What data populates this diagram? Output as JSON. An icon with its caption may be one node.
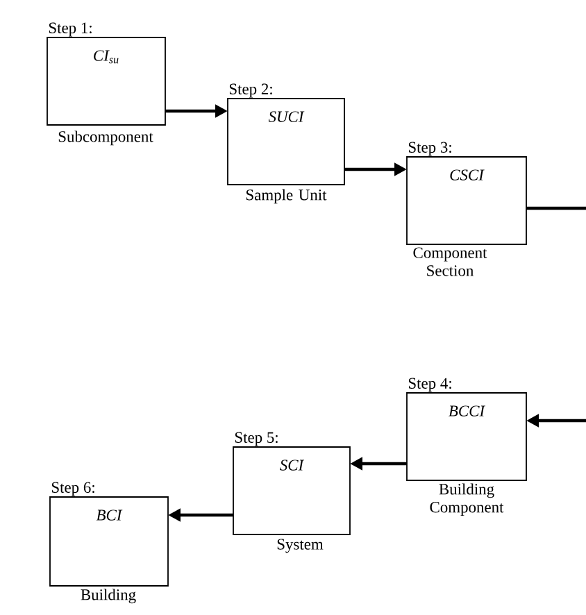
{
  "diagram": {
    "nodes": [
      {
        "text": [
          "Step 1:",
          "CI$_{su}$"
        ],
        "beside": [
          "Subcomponent"
        ]
      },
      {
        "text": [
          "Step 2:",
          "SUCI"
        ],
        "beside": [
          "Sample Unit"
        ]
      },
      {
        "text": [
          "Step 3:",
          "CSCI"
        ],
        "beside": [
          "Component Section"
        ]
      },
      {
        "text": [
          "Step 4:",
          "BCCI"
        ],
        "beside": [
          "Building Component"
        ]
      },
      {
        "text": [
          "Step 5:",
          "SCI"
        ],
        "beside": [
          "System"
        ]
      },
      {
        "text": [
          "Step 6:",
          "BCI"
        ],
        "beside": [
          "Building"
        ]
      }
    ],
    "edges": [
      {
        "from": 0,
        "to": 1,
        "arrow": "to"
      },
      {
        "from": 1,
        "to": 2,
        "arrow": "to"
      },
      {
        "from": 2,
        "to": null,
        "arrow": "none"
      },
      {
        "from": null,
        "to": 3,
        "arrow": "to"
      },
      {
        "from": 3,
        "to": 4,
        "arrow": "to"
      },
      {
        "from": 4,
        "to": 5,
        "arrow": "to"
      }
    ]
  }
}
